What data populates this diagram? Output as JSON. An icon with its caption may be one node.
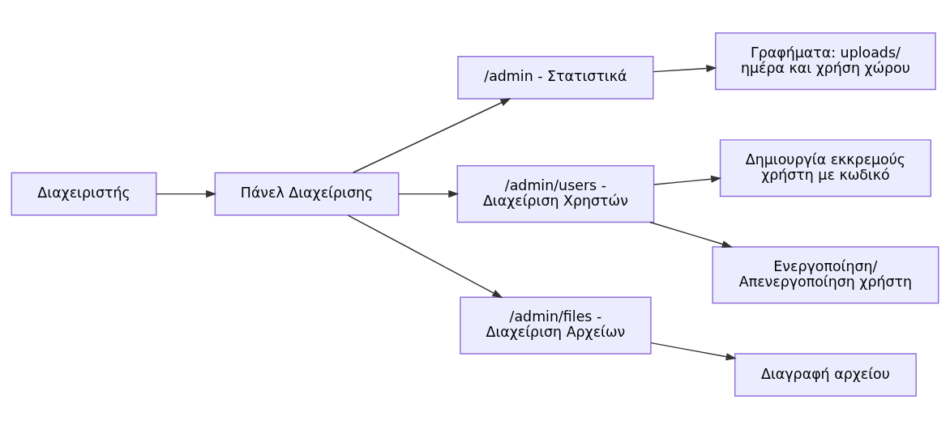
{
  "diagram": {
    "nodes": [
      {
        "text": [
          "Διαχειριστής"
        ]
      },
      {
        "text": [
          "Πάνελ Διαχείρισης"
        ]
      },
      {
        "text": [
          "/admin - Στατιστικά"
        ]
      },
      {
        "text": [
          "Γραφήματα: uploads/ ημέρα και χρήση χώρου"
        ]
      },
      {
        "text": [
          "/admin/users - Διαχείριση Χρηστών"
        ]
      },
      {
        "text": [
          "Δημιουργία εκκρεμούς χρήστη με κωδικό"
        ]
      },
      {
        "text": [
          "Ενεργοποίηση/ Απενεργοποίηση χρήστη"
        ]
      },
      {
        "text": [
          "/admin/files - Διαχείριση Αρχείων"
        ]
      },
      {
        "text": [
          "Διαγραφή αρχείου"
        ]
      }
    ],
    "edges": [
      {
        "from": 0,
        "to": 1,
        "arrow": "to"
      },
      {
        "from": 1,
        "to": 2,
        "arrow": "to"
      },
      {
        "from": 1,
        "to": 4,
        "arrow": "to"
      },
      {
        "from": 1,
        "to": 7,
        "arrow": "to"
      },
      {
        "from": 2,
        "to": 3,
        "arrow": "to"
      },
      {
        "from": 4,
        "to": 5,
        "arrow": "to"
      },
      {
        "from": 4,
        "to": 6,
        "arrow": "to"
      },
      {
        "from": 7,
        "to": 8,
        "arrow": "to"
      }
    ]
  }
}
